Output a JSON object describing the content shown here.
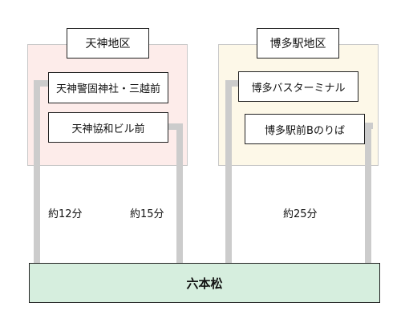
{
  "areas": {
    "tenjin": {
      "title": "天神地区"
    },
    "hakata": {
      "title": "博多駅地区"
    }
  },
  "stops": {
    "tenjin_keigo": "天神警固神社・三越前",
    "tenjin_kyowa": "天神協和ビル前",
    "hakata_terminal": "博多バスターミナル",
    "hakata_b": "博多駅前Bのりば"
  },
  "durations": {
    "tenjin_keigo": "約12分",
    "tenjin_kyowa": "約15分",
    "hakata": "約25分"
  },
  "destination": "六本松",
  "colors": {
    "tenjin_area": "#fdecea",
    "hakata_area": "#fdf8e8",
    "destination": "#d6eede",
    "route": "#cccccc"
  }
}
